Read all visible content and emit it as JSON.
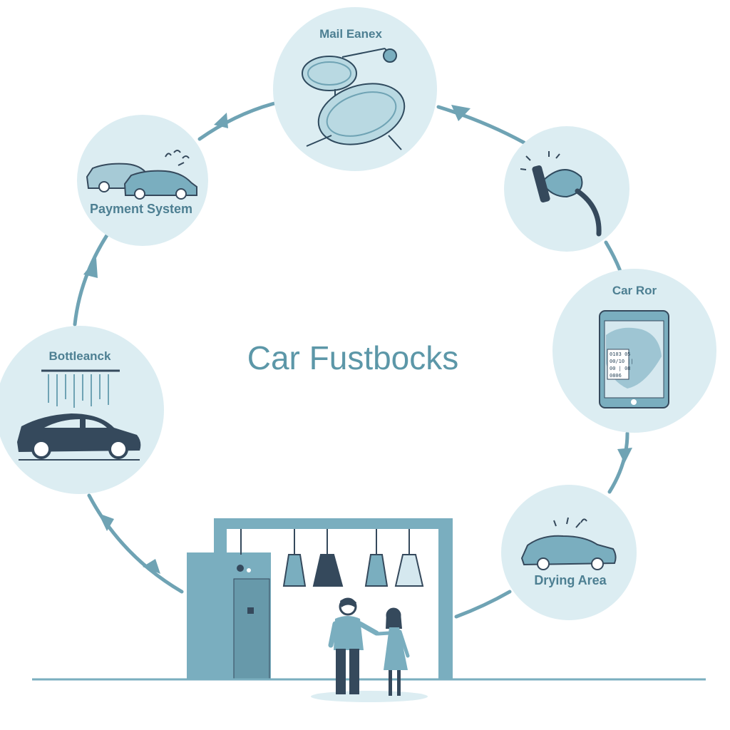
{
  "diagram": {
    "title": "Car Fustbocks",
    "nodes": [
      {
        "id": "mail-eanex",
        "label": "Mail Eanex"
      },
      {
        "id": "nozzle",
        "label": ""
      },
      {
        "id": "car-ror",
        "label": "Car Ror"
      },
      {
        "id": "drying-area",
        "label": "Drying Area"
      },
      {
        "id": "bottleneck",
        "label": "Bottleanck"
      },
      {
        "id": "payment-system",
        "label": "Payment System"
      }
    ],
    "tablet_rows": [
      "0103 05",
      "00/10 ||",
      "00 | 08",
      "0806"
    ],
    "colors": {
      "circle_fill": "#dcedf2",
      "accent": "#7aaebf",
      "arrow": "#6fa3b4",
      "dark": "#35495c",
      "label": "#4d7f92"
    }
  }
}
